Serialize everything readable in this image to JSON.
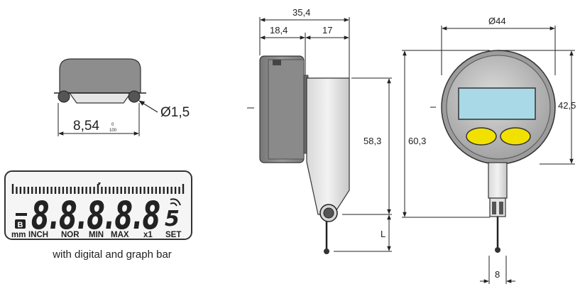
{
  "tip_detail": {
    "ball_diameter": "Ø1,5",
    "width_value": "8,54",
    "width_tolerance_top": "0",
    "width_tolerance_bottom": "100"
  },
  "lcd": {
    "digits": "8.8.8.8.8",
    "trailing_symbol": "5",
    "battery_label": "B",
    "labels": [
      "mm",
      "INCH",
      "NOR",
      "MIN",
      "MAX",
      "x1",
      "SET"
    ],
    "caption": "with digital and graph bar"
  },
  "side_view": {
    "overall_depth": "35,4",
    "body_depth": "18,4",
    "probe_offset": "17",
    "body_height": "58,3",
    "probe_length_label": "L"
  },
  "front_view": {
    "diameter": "Ø44",
    "total_height": "60,3",
    "dial_height": "42,5",
    "probe_width": "8"
  },
  "colors": {
    "body_gray": "#8f8f8f",
    "display_cyan": "#a9d9e6",
    "button_yellow": "#f2e100",
    "line": "#222222"
  }
}
